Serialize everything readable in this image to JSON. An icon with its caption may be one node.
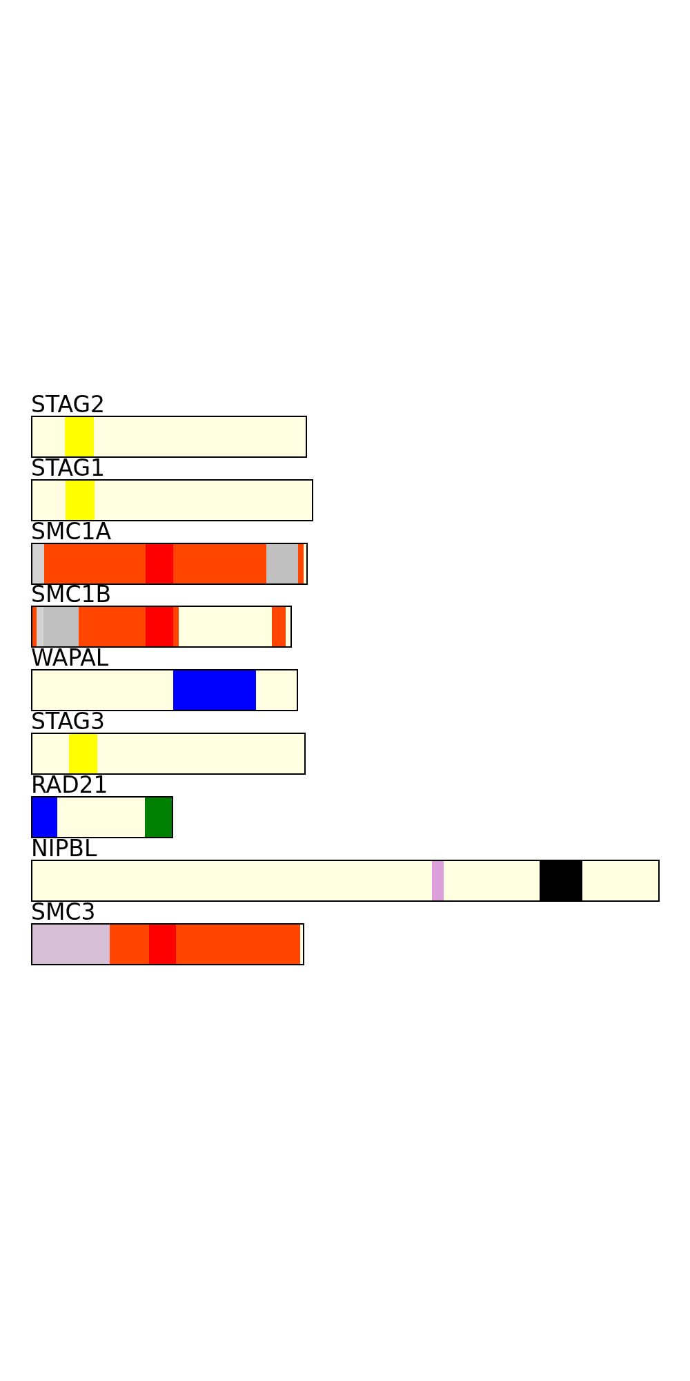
{
  "diagram": {
    "nodes": [
      {
        "text": [
          "STAG2"
        ]
      },
      {
        "text": [],
        "shape": "bar",
        "in": 0
      },
      {
        "text": [
          "STAG1"
        ]
      },
      {
        "text": [],
        "shape": "bar",
        "in": 2
      },
      {
        "text": [
          "SMC1A"
        ]
      },
      {
        "text": [],
        "shape": "bar",
        "in": 4
      },
      {
        "text": [],
        "shape": "bar",
        "in": 4
      },
      {
        "text": [],
        "shape": "bar",
        "in": 4
      },
      {
        "text": [],
        "shape": "bar",
        "in": 4
      },
      {
        "text": [],
        "shape": "bar",
        "in": 4
      },
      {
        "text": [],
        "shape": "bar",
        "in": 4
      },
      {
        "text": [
          "SMC1B"
        ]
      },
      {
        "text": [],
        "shape": "bar",
        "in": 11
      },
      {
        "text": [],
        "shape": "bar",
        "in": 11
      },
      {
        "text": [],
        "shape": "bar",
        "in": 11
      },
      {
        "text": [],
        "shape": "bar",
        "in": 11
      },
      {
        "text": [],
        "shape": "bar",
        "in": 11
      },
      {
        "text": [],
        "shape": "bar",
        "in": 11
      },
      {
        "text": [],
        "shape": "bar",
        "in": 11
      },
      {
        "text": [
          "WAPAL"
        ]
      },
      {
        "text": [],
        "shape": "bar",
        "in": 19
      },
      {
        "text": [
          "STAG3"
        ]
      },
      {
        "text": [],
        "shape": "bar",
        "in": 21
      },
      {
        "text": [
          "RAD21"
        ]
      },
      {
        "text": [],
        "shape": "bar",
        "in": 23
      },
      {
        "text": [],
        "shape": "bar",
        "in": 23
      },
      {
        "text": [
          "NIPBL"
        ]
      },
      {
        "text": [],
        "shape": "bar",
        "in": 26
      },
      {
        "text": [],
        "shape": "bar",
        "in": 26
      },
      {
        "text": [
          "SMC3"
        ]
      },
      {
        "text": [],
        "shape": "bar",
        "in": 29
      },
      {
        "text": [],
        "shape": "bar",
        "in": 29
      },
      {
        "text": [],
        "shape": "bar",
        "in": 29
      },
      {
        "text": [],
        "shape": "bar",
        "in": 29
      }
    ]
  }
}
